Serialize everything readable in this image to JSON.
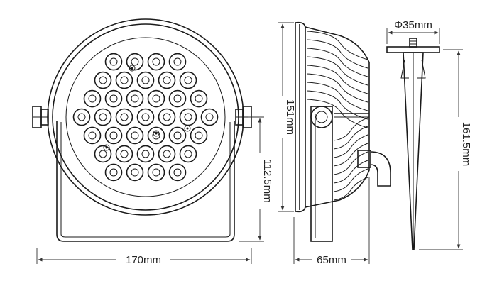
{
  "dimensions": {
    "front_width": "170mm",
    "front_height": "112.5mm",
    "side_height": "151mm",
    "side_depth": "65mm",
    "spike_diameter": "Φ35mm",
    "spike_length": "161.5mm"
  },
  "led_count": 37,
  "colors": {
    "line": "#1a1a1a",
    "background": "#ffffff"
  }
}
